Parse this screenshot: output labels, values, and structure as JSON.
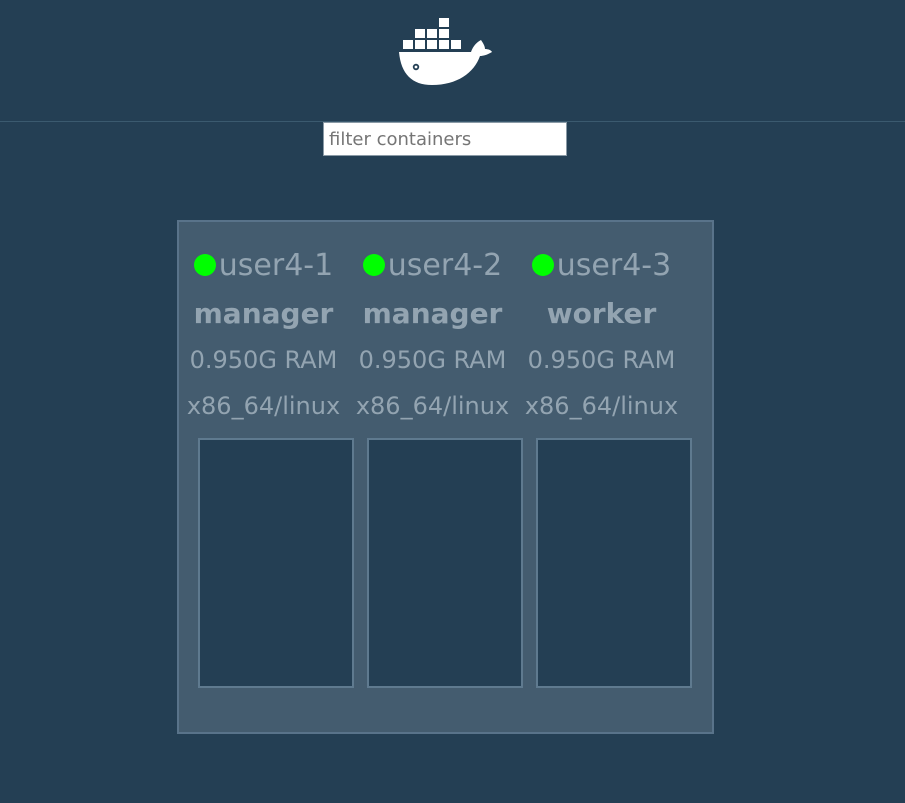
{
  "header": {
    "logo": "docker-whale-icon"
  },
  "filter": {
    "placeholder": "filter containers",
    "value": ""
  },
  "nodes": [
    {
      "name": "user4-1",
      "status": "green",
      "role": "manager",
      "ram": "0.950G RAM",
      "platform": "x86_64/linux",
      "containers": []
    },
    {
      "name": "user4-2",
      "status": "green",
      "role": "manager",
      "ram": "0.950G RAM",
      "platform": "x86_64/linux",
      "containers": []
    },
    {
      "name": "user4-3",
      "status": "green",
      "role": "worker",
      "ram": "0.950G RAM",
      "platform": "x86_64/linux",
      "containers": []
    }
  ],
  "colors": {
    "background": "#243f54",
    "panel": "#445c6f",
    "status_ok": "#00ff00",
    "text": "#93a4b1"
  }
}
